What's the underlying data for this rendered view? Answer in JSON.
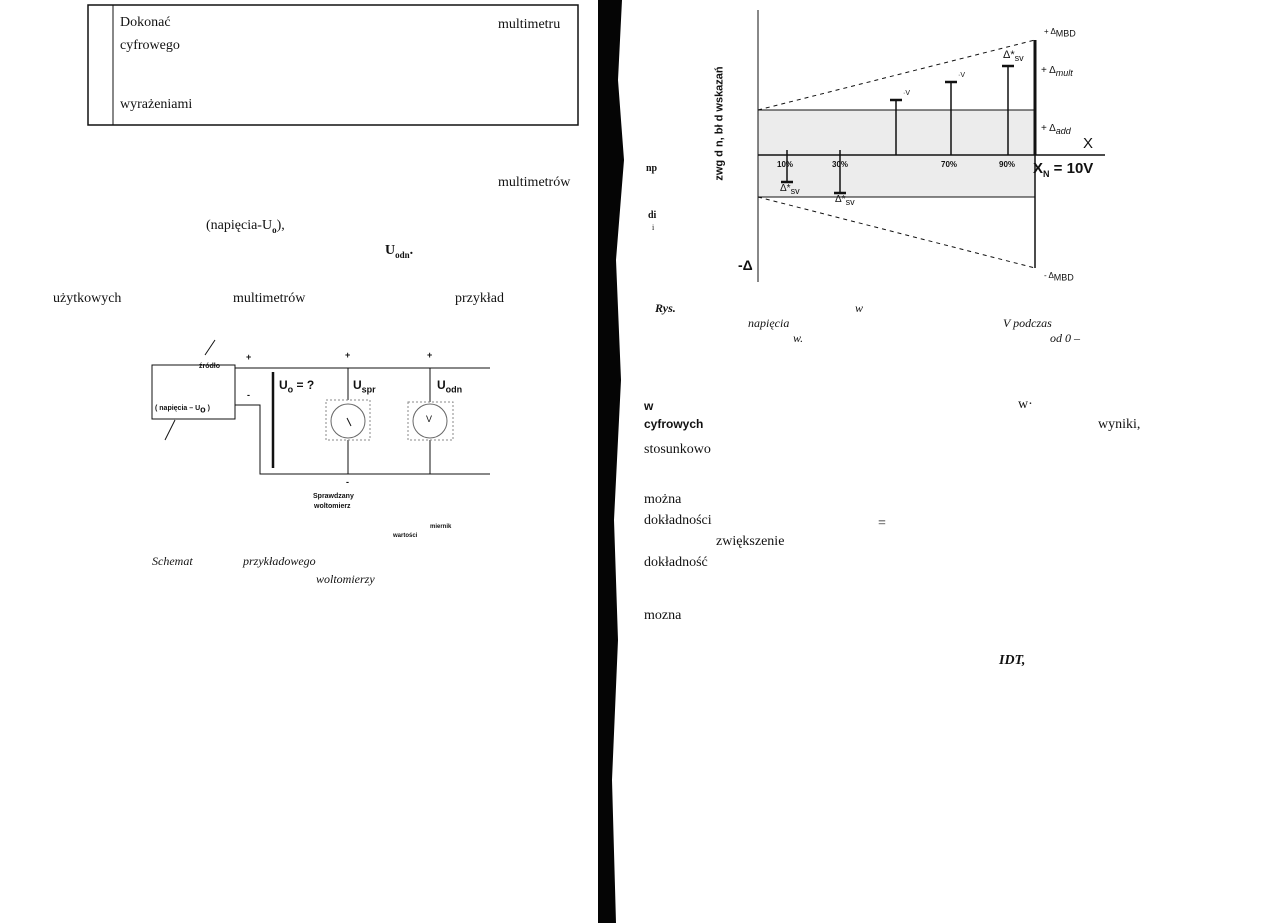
{
  "left_page": {
    "box": {
      "line1_left": "Dokonać",
      "line1_right": "multimetru",
      "line2": "cyfrowego",
      "line3": "wyrażeniami"
    },
    "para1_right": "multimetrów",
    "napiecia": "(napięcia-U",
    "napiecia_sub": "o",
    "napiecia_end": "),",
    "uodn": "U",
    "uodn_sub": "odn",
    "uodn_end": ".",
    "row": {
      "a": "użytkowych",
      "b": "multimetrów",
      "c": "przykład"
    },
    "circuit": {
      "source_top": "źródło",
      "source_bottom": "( napięcia – U",
      "source_bottom_sub": "o",
      "source_bottom_end": " )",
      "plus": "+",
      "minus": "-",
      "u0": "U",
      "u0_sub": "o",
      "u0_end": " = ?",
      "uspr": "U",
      "uspr_sub": "spr",
      "uodn": "U",
      "uodn_sub": "odn",
      "meter_symbol": "V",
      "checked_line1": "Sprawdzany",
      "checked_line2": "woltomierz",
      "miernik": "miernik",
      "wartosci": "wartości"
    },
    "caption": {
      "a": "Schemat",
      "b": "przykładowego",
      "c": "woltomierzy"
    }
  },
  "right_page": {
    "margin": {
      "a": "np",
      "b": "di",
      "c": "i"
    },
    "figure": {
      "y_label": "zwg d n, bł d wskazań",
      "neg_delta": "-Δ",
      "x_label": "X",
      "xn_label": "X",
      "xn_sub": "N",
      "xn_value": " = 10V",
      "ticks": [
        "10%",
        "30%",
        "70%",
        "90%"
      ],
      "delta_sv": "Δ*",
      "delta_sv_sub": "sv",
      "v_mark": "·V",
      "plus_mbd": "+ Δ",
      "plus_mbd_sub": "MBD",
      "plus_mult": "+ Δ",
      "plus_mult_sub": "mult",
      "plus_add": "+ Δ",
      "plus_add_sub": "add",
      "minus_mbd": "- Δ",
      "minus_mbd_sub": "MBD"
    },
    "caption": {
      "rys": "Rys.",
      "w1": "w",
      "napiecia": "napięcia",
      "vpodczas": "V podczas",
      "w2": "w.",
      "od0": "od 0 –"
    },
    "text": {
      "w": "w",
      "w2": "w·",
      "cyfrowych": "cyfrowych",
      "wyniki": "wyniki,",
      "stosunkowo": "stosunkowo",
      "mozna1": "można",
      "dokladnosci": "dokładności",
      "eq": "=",
      "zwiekszenie": "zwiększenie",
      "dokladnosc": "dokładność",
      "mozna2": "mozna",
      "idt": "IDT,"
    }
  }
}
